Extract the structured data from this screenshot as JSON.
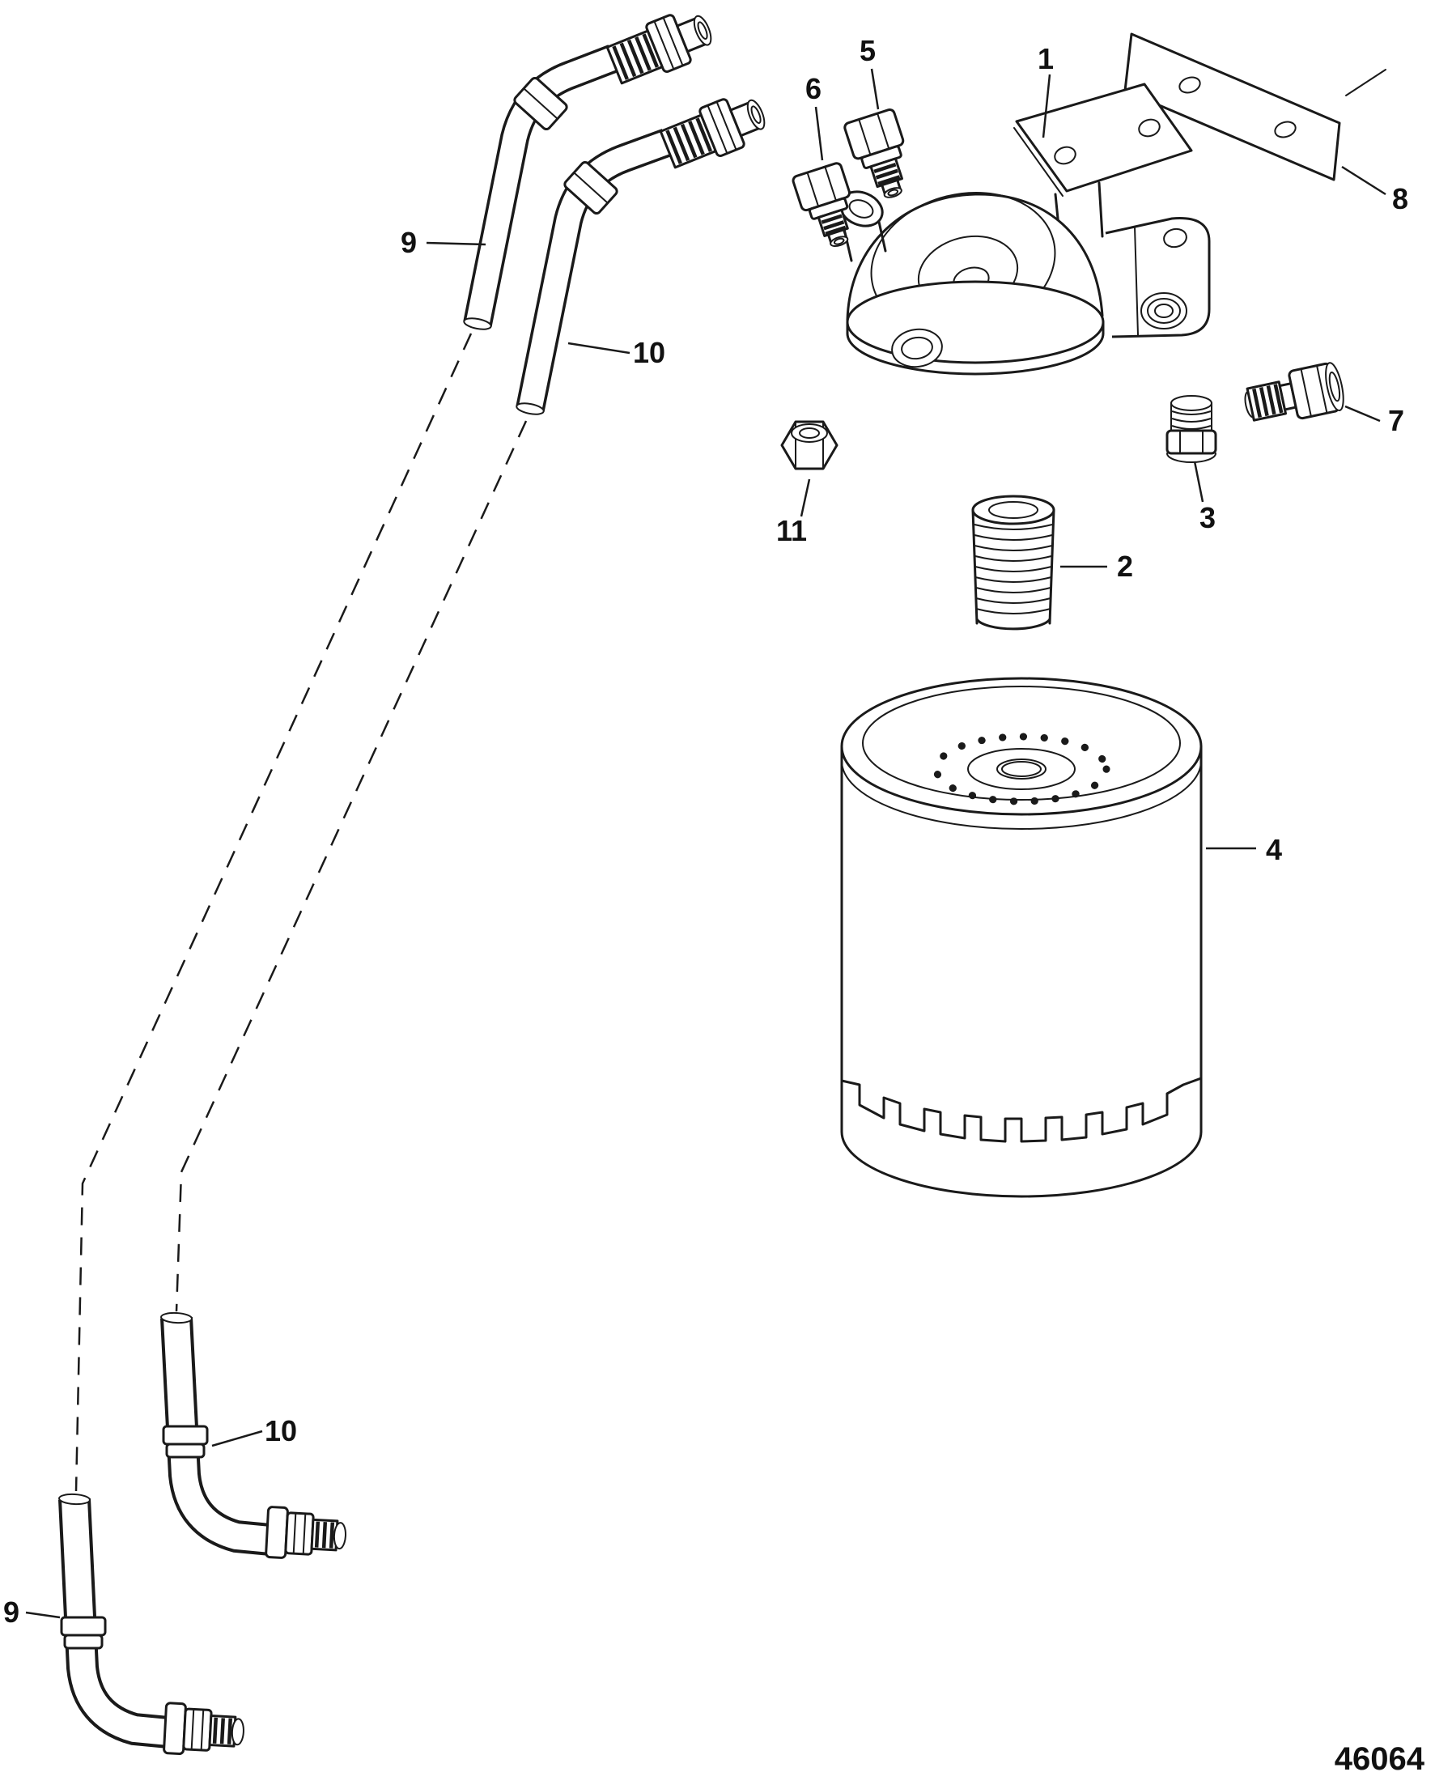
{
  "diagram": {
    "drawing_number": "46064",
    "callouts": {
      "c1": "1",
      "c2": "2",
      "c3": "3",
      "c4": "4",
      "c5": "5",
      "c6": "6",
      "c7": "7",
      "c8": "8",
      "c9": "9",
      "c10": "10",
      "c11": "11"
    }
  }
}
